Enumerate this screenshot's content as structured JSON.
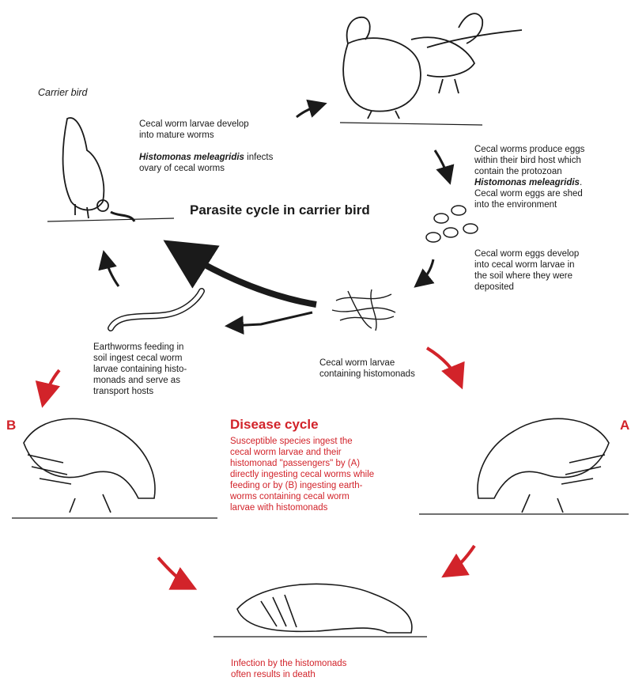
{
  "title": "Parasite cycle in carrier bird",
  "carrier_label": "Carrier bird",
  "text_develop_1": "Cecal worm larvae develop\ninto mature worms",
  "text_histo_name_1": "Histomonas meleagridis",
  "text_histo_rest_1": " infects\novary of cecal worms",
  "text_eggs_1": "Cecal worms produce eggs\nwithin their bird host which\ncontain the protozoan",
  "text_histo_name_2": "Histomonas meleagridis",
  "text_eggs_2": "Cecal worm eggs are shed\ninto the environment",
  "text_eggs_develop": "Cecal worm eggs develop\ninto cecal worm larvae in\nthe soil where they were\ndeposited",
  "text_larvae": "Cecal worm larvae\ncontaining histomonads",
  "text_earthworms": "Earthworms feeding in\nsoil ingest cecal worm\nlarvae containing histo-\nmonads and serve as\ntransport hosts",
  "disease_title": "Disease cycle",
  "disease_text": "Susceptible species ingest the\ncecal worm larvae and their\nhistomonad \"passengers\" by (A)\ndirectly ingesting cecal worms while\nfeeding or by (B) ingesting earth-\nworms containing cecal worm\nlarvae with histomonads",
  "label_b": "B",
  "label_a": "A",
  "death_text": "Infection by the histomonads\noften results in death",
  "colors": {
    "red": "#d2232a",
    "black": "#1a1a1a"
  }
}
